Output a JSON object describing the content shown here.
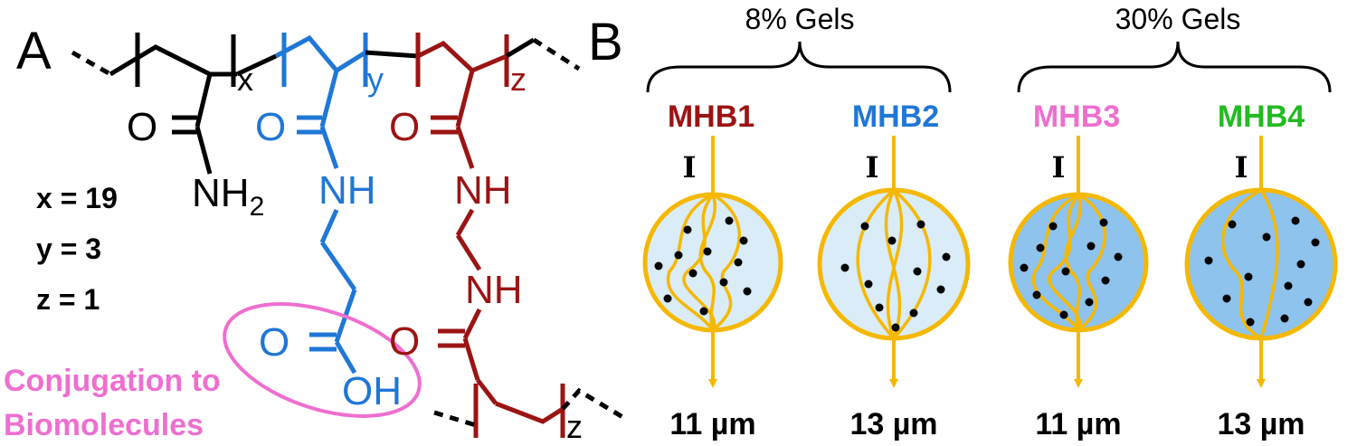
{
  "panel_a": {
    "label": "A",
    "monomer_subscripts": {
      "x": "x",
      "y": "y",
      "z": "z",
      "z2": "z"
    },
    "groups": {
      "carbonyl_black": "O",
      "amide_nh2": "NH",
      "amide_nh2_sub": "2",
      "carbonyl_blue": "O",
      "nh_blue": "NH",
      "acid_o": "O",
      "acid_oh": "OH",
      "carbonyl_red": "O",
      "nh_red_1": "NH",
      "nh_red_2": "NH",
      "carbonyl_red_2": "O"
    },
    "composition": [
      "x = 19",
      "y = 3",
      "z = 1"
    ],
    "conjugation_label": [
      "Conjugation to",
      "Biomolecules"
    ],
    "colors": {
      "black": "#000000",
      "blue": "#1f77d6",
      "red": "#9b1414",
      "pink": "#ee6fd0"
    }
  },
  "panel_b": {
    "label": "B",
    "group_8": "8% Gels",
    "group_30": "30% Gels",
    "intensity_symbol": "I",
    "gels": [
      {
        "name": "MHB1",
        "color": "#9b1414",
        "pore_size": "11 µm",
        "fill": "#d9ecf8"
      },
      {
        "name": "MHB2",
        "color": "#1f77d6",
        "pore_size": "13 µm",
        "fill": "#d9ecf8"
      },
      {
        "name": "MHB3",
        "color": "#ee6fd0",
        "pore_size": "11 µm",
        "fill": "#8ec3ee"
      },
      {
        "name": "MHB4",
        "color": "#22bb22",
        "pore_size": "13 µm",
        "fill": "#8ec3ee"
      }
    ],
    "ray_color": "#f5b800"
  }
}
